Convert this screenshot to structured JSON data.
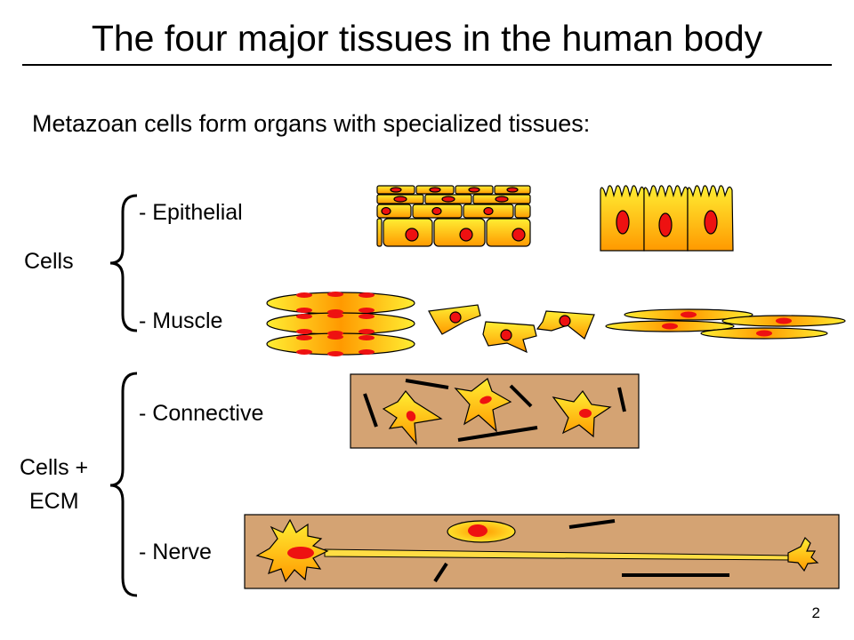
{
  "slide": {
    "title": "The four major tissues in the human body",
    "subtitle": "Metazoan cells form organs with specialized tissues:",
    "page_number": "2"
  },
  "groups": {
    "cells_label": "Cells",
    "cells_ecm_line1": "Cells +",
    "cells_ecm_line2": "ECM"
  },
  "tissues": {
    "epithelial": "- Epithelial",
    "muscle": "- Muscle",
    "connective": "- Connective",
    "nerve": "- Nerve"
  },
  "colors": {
    "cell_fill_light": "#ffee33",
    "cell_fill_dark": "#ff9900",
    "nucleus": "#ee1111",
    "ecm_background": "#d4a373",
    "outline": "#000000"
  }
}
